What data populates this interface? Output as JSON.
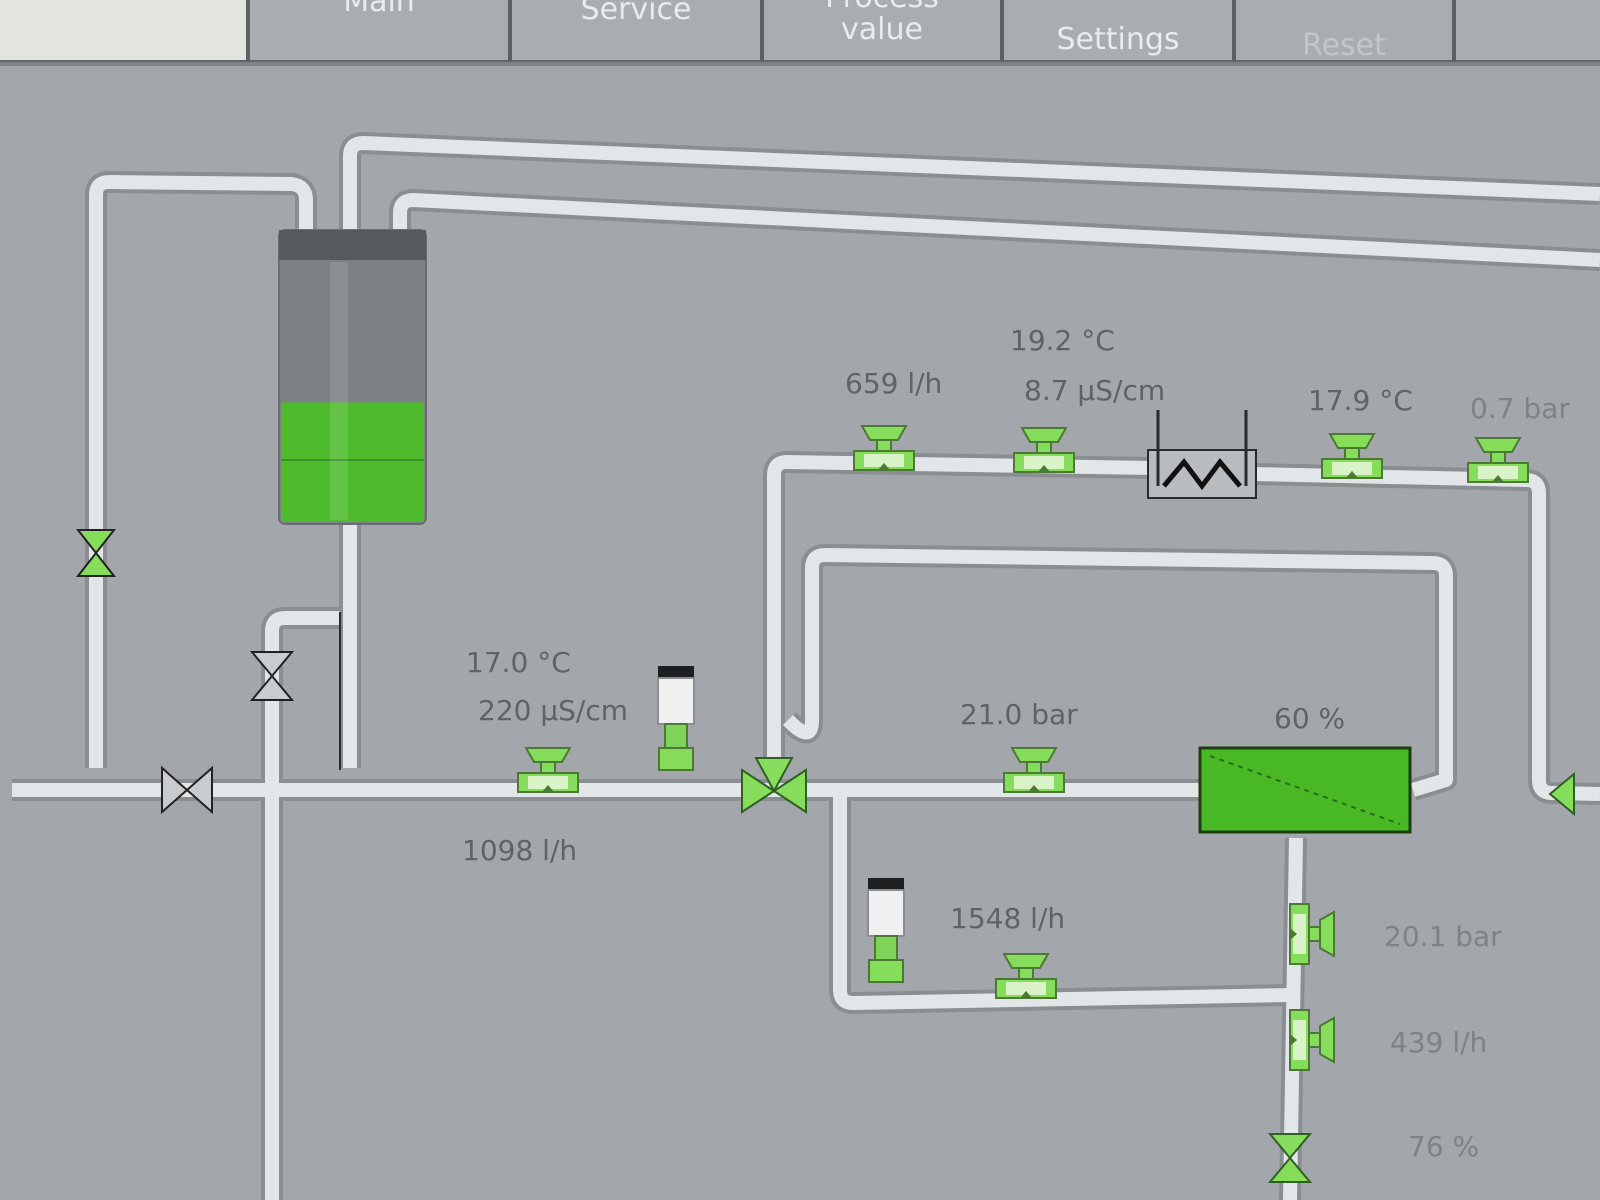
{
  "tabs": [
    {
      "label": "Main"
    },
    {
      "label": "Service"
    },
    {
      "label_line1": "Process",
      "label_line2": "value"
    },
    {
      "label": "Settings"
    },
    {
      "label": "Reset"
    }
  ],
  "readings": {
    "tank_level_fraction": 0.46,
    "upper_flow": "659 l/h",
    "upper_temp": "19.2 °C",
    "upper_conductivity": "8.7 µS/cm",
    "after_heater_temp": "17.9 °C",
    "after_heater_pressure": "0.7 bar",
    "inlet_temp": "17.0 °C",
    "inlet_conductivity": "220 µS/cm",
    "inlet_flow": "1098 l/h",
    "pump_pressure": "21.0 bar",
    "membrane_recovery": "60 %",
    "bypass_flow": "1548 l/h",
    "concentrate_pressure": "20.1 bar",
    "concentrate_flow": "439 l/h",
    "concentrate_valve": "76 %"
  },
  "colors": {
    "pipe": "#e3e6e8",
    "pipe_edge": "#8a8e92",
    "sensor_green": "#86dd5c",
    "tank_green": "#4dbb2c",
    "membrane_green": "#48b925"
  }
}
